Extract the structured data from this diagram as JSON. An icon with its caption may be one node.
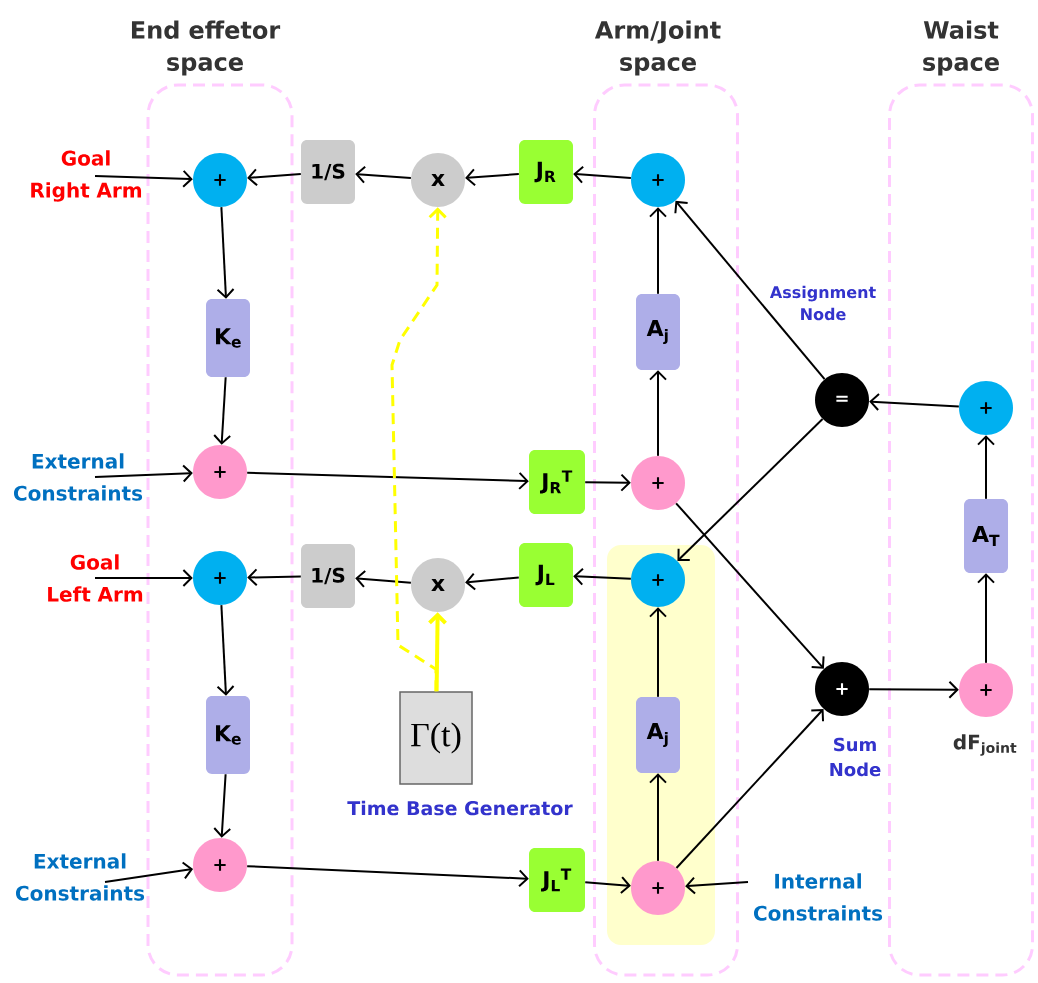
{
  "diagram": {
    "nodes": [
      {
        "text": [
          "End effetor space"
        ]
      },
      {
        "text": [
          "Arm/Joint space"
        ]
      },
      {
        "text": [
          "Waist space"
        ]
      },
      {
        "text": [],
        "shape": "box",
        "in": 1
      },
      {
        "text": [
          "Goal Right Arm"
        ]
      },
      {
        "text": [
          "+"
        ],
        "in": 0
      },
      {
        "text": [
          "1/S"
        ]
      },
      {
        "text": [
          "x"
        ]
      },
      {
        "text": [
          "J$_{R}$"
        ]
      },
      {
        "text": [
          "+"
        ],
        "in": 1
      },
      {
        "text": [
          "K$_{e}$"
        ],
        "in": 0
      },
      {
        "text": [
          "A$_{j}$"
        ],
        "in": 1
      },
      {
        "text": [
          "="
        ],
        "beside": [
          "Assignment Node"
        ]
      },
      {
        "text": [
          "+"
        ],
        "in": 2
      },
      {
        "text": [
          "External Constraints"
        ]
      },
      {
        "text": [
          "+"
        ],
        "in": 0
      },
      {
        "text": [
          "J$_{R}$$^{T}$"
        ]
      },
      {
        "text": [
          "+"
        ],
        "in": 1
      },
      {
        "text": [
          "A$_{T}$"
        ],
        "in": 2
      },
      {
        "text": [
          "Goal Left Arm"
        ]
      },
      {
        "text": [
          "+"
        ],
        "in": 0
      },
      {
        "text": [
          "1/S"
        ]
      },
      {
        "text": [
          "x"
        ]
      },
      {
        "text": [
          "J$_{L}$"
        ]
      },
      {
        "text": [
          "+"
        ],
        "in": 3
      },
      {
        "text": [
          "K$_{e}$"
        ],
        "in": 0
      },
      {
        "text": [
          "A$_{j}$"
        ],
        "in": 3
      },
      {
        "text": [
          "+"
        ],
        "beside": [
          "Sum Node"
        ]
      },
      {
        "text": [
          "+"
        ],
        "beside": [
          "dF$_{joint}$"
        ],
        "in": 2
      },
      {
        "text": [
          "Γ(t)"
        ],
        "beside": [
          "Time Base Generator"
        ]
      },
      {
        "text": [
          "External Constraints"
        ]
      },
      {
        "text": [
          "+"
        ],
        "in": 0
      },
      {
        "text": [
          "J$_{L}$$^{T}$"
        ]
      },
      {
        "text": [
          "+"
        ],
        "in": 3
      },
      {
        "text": [
          "Internal Constraints"
        ]
      }
    ],
    "edges": [
      {
        "from": 4,
        "to": 5,
        "arrow": "to"
      },
      {
        "from": 6,
        "to": 5,
        "arrow": "to"
      },
      {
        "from": 7,
        "to": 6,
        "arrow": "to"
      },
      {
        "from": 8,
        "to": 7,
        "arrow": "to"
      },
      {
        "from": 9,
        "to": 8,
        "arrow": "to"
      },
      {
        "from": 5,
        "to": 10,
        "arrow": "to"
      },
      {
        "from": 10,
        "to": 15,
        "arrow": "to"
      },
      {
        "from": 14,
        "to": 15,
        "arrow": "to"
      },
      {
        "from": 15,
        "to": 16,
        "arrow": "to"
      },
      {
        "from": 16,
        "to": 17,
        "arrow": "to"
      },
      {
        "from": 17,
        "to": 11,
        "arrow": "to"
      },
      {
        "from": 11,
        "to": 9,
        "arrow": "to"
      },
      {
        "from": 12,
        "to": 9,
        "arrow": "to"
      },
      {
        "from": 12,
        "to": 24,
        "arrow": "to"
      },
      {
        "from": 13,
        "to": 12,
        "arrow": "to"
      },
      {
        "from": 18,
        "to": 13,
        "arrow": "to"
      },
      {
        "from": 28,
        "to": 18,
        "arrow": "to"
      },
      {
        "from": 27,
        "to": 28,
        "arrow": "to"
      },
      {
        "from": 17,
        "to": 27,
        "arrow": "to"
      },
      {
        "from": 33,
        "to": 27,
        "arrow": "to"
      },
      {
        "from": 19,
        "to": 20,
        "arrow": "to"
      },
      {
        "from": 21,
        "to": 20,
        "arrow": "to"
      },
      {
        "from": 22,
        "to": 21,
        "arrow": "to"
      },
      {
        "from": 23,
        "to": 22,
        "arrow": "to"
      },
      {
        "from": 24,
        "to": 23,
        "arrow": "to"
      },
      {
        "from": 20,
        "to": 25,
        "arrow": "to"
      },
      {
        "from": 25,
        "to": 31,
        "arrow": "to"
      },
      {
        "from": 30,
        "to": 31,
        "arrow": "to"
      },
      {
        "from": 31,
        "to": 32,
        "arrow": "to"
      },
      {
        "from": 32,
        "to": 33,
        "arrow": "to"
      },
      {
        "from": 33,
        "to": 26,
        "arrow": "to"
      },
      {
        "from": 26,
        "to": 24,
        "arrow": "to"
      },
      {
        "from": 34,
        "to": 33,
        "arrow": "to"
      },
      {
        "from": 29,
        "to": 22,
        "arrow": "to",
        "style": "thick",
        "color": "#ffff00"
      },
      {
        "from": 29,
        "to": 7,
        "arrow": "to",
        "style": "dashed",
        "color": "#ffff00"
      }
    ]
  }
}
